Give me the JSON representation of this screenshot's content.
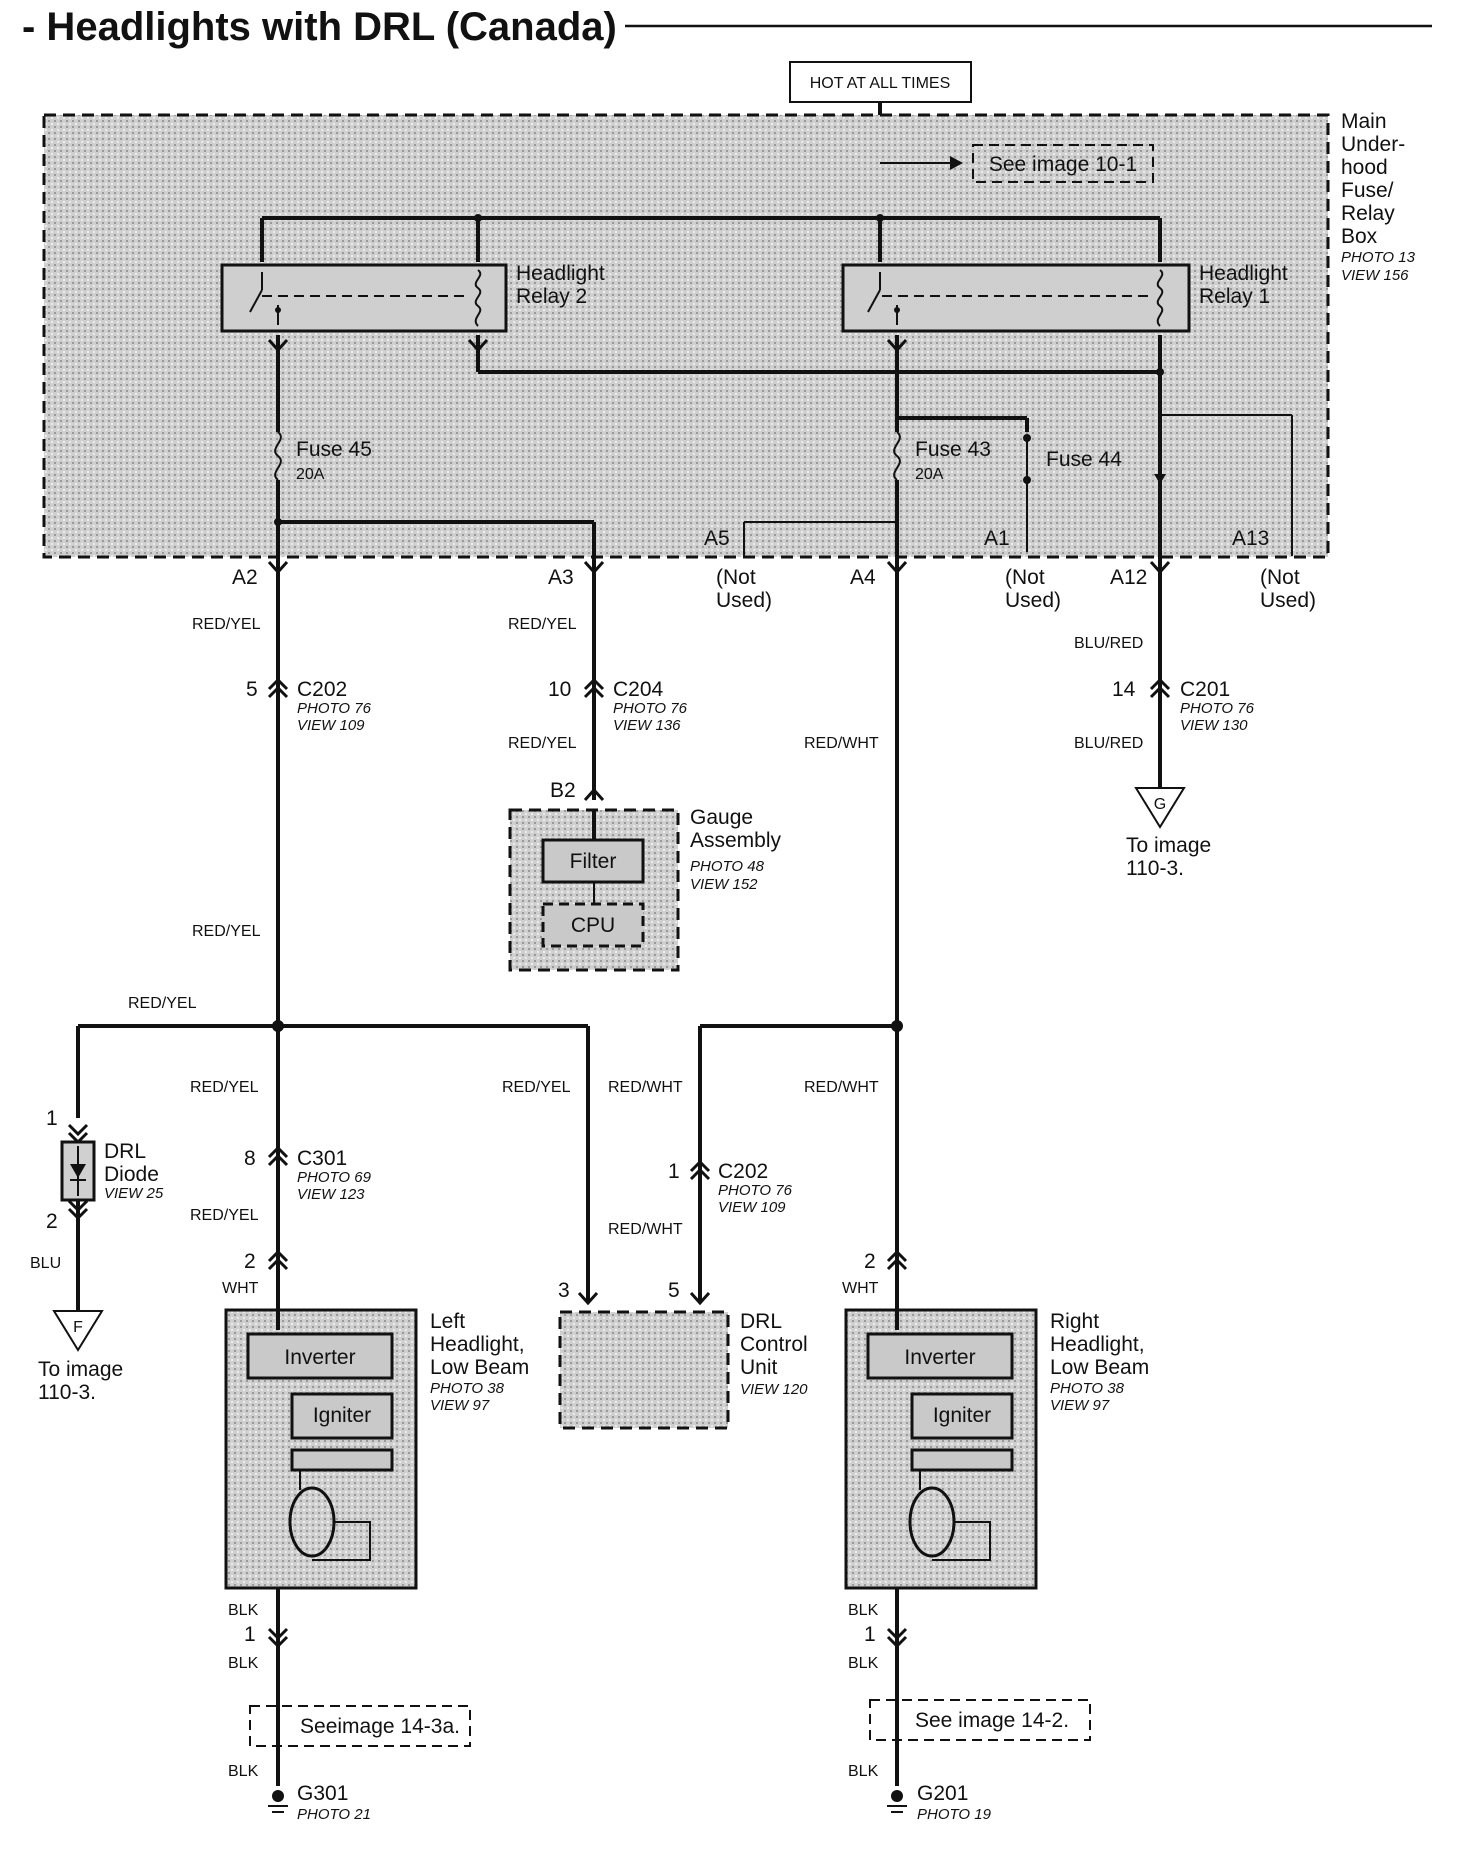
{
  "title": "- Headlights with DRL (Canada)",
  "hot_label": "HOT AT ALL TIMES",
  "fuse_box": {
    "name": [
      "Main",
      "Under-",
      "hood",
      "Fuse/",
      "Relay",
      "Box"
    ],
    "photo": "PHOTO 13",
    "view": "VIEW 156",
    "see_image": "See image 10-1"
  },
  "relay2": [
    "Headlight",
    "Relay 2"
  ],
  "relay1": [
    "Headlight",
    "Relay 1"
  ],
  "fuse45": {
    "name": "Fuse 45",
    "amps": "20A"
  },
  "fuse43": {
    "name": "Fuse 43",
    "amps": "20A"
  },
  "fuse44": {
    "name": "Fuse 44"
  },
  "terminals": {
    "a2": "A2",
    "a3": "A3",
    "a5": "A5",
    "a4": "A4",
    "a1": "A1",
    "a12": "A12",
    "a13": "A13"
  },
  "not_used": [
    "(Not",
    "Used)"
  ],
  "wires": {
    "red_yel": "RED/YEL",
    "red_wht": "RED/WHT",
    "blu_red": "BLU/RED",
    "blu": "BLU",
    "wht": "WHT",
    "blk": "BLK"
  },
  "c202_left": {
    "pin": "5",
    "name": "C202",
    "photo": "PHOTO 76",
    "view": "VIEW 109"
  },
  "c204": {
    "pin": "10",
    "name": "C204",
    "photo": "PHOTO 76",
    "view": "VIEW 136"
  },
  "c201": {
    "pin": "14",
    "name": "C201",
    "photo": "PHOTO 76",
    "view": "VIEW 130"
  },
  "gauge": {
    "pin": "B2",
    "name": [
      "Gauge",
      "Assembly"
    ],
    "photo": "PHOTO 48",
    "view": "VIEW 152",
    "filter": "Filter",
    "cpu": "CPU"
  },
  "to_image_g": {
    "letter": "G",
    "text": [
      "To image",
      "110-3."
    ]
  },
  "to_image_f": {
    "letter": "F",
    "text": [
      "To image",
      "110-3."
    ]
  },
  "drl_diode": {
    "pin1": "1",
    "pin2": "2",
    "name": [
      "DRL",
      "Diode"
    ],
    "view": "VIEW 25"
  },
  "c301": {
    "pin": "8",
    "name": "C301",
    "photo": "PHOTO 69",
    "view": "VIEW 123"
  },
  "c202_mid": {
    "pin": "1",
    "name": "C202",
    "photo": "PHOTO 76",
    "view": "VIEW 109"
  },
  "drl_unit": {
    "pin3": "3",
    "pin5": "5",
    "name": [
      "DRL",
      "Control",
      "Unit"
    ],
    "view": "VIEW 120"
  },
  "left_headlight": {
    "pin": "2",
    "name": [
      "Left",
      "Headlight,",
      "Low Beam"
    ],
    "photo": "PHOTO 38",
    "view": "VIEW 97",
    "inverter": "Inverter",
    "igniter": "Igniter",
    "gnd_pin": "1"
  },
  "right_headlight": {
    "pin": "2",
    "name": [
      "Right",
      "Headlight,",
      "Low Beam"
    ],
    "photo": "PHOTO 38",
    "view": "VIEW 97",
    "inverter": "Inverter",
    "igniter": "Igniter",
    "gnd_pin": "1"
  },
  "see_14_3a": "Seeimage 14-3a.",
  "see_14_2": "See image 14-2.",
  "g301": {
    "name": "G301",
    "photo": "PHOTO 21"
  },
  "g201": {
    "name": "G201",
    "photo": "PHOTO 19"
  }
}
